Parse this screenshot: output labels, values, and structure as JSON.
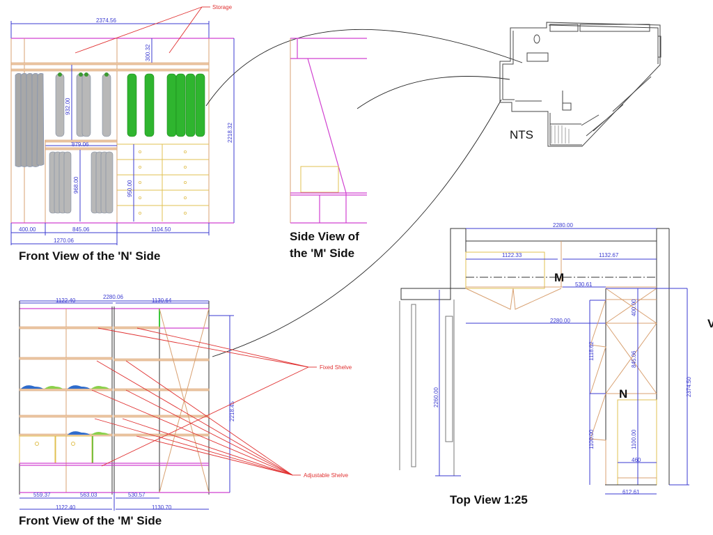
{
  "drawing": {
    "front_n": {
      "title": "Front View of the 'N' Side",
      "dims": {
        "overall_width": "2374.56",
        "storage_height": "300.32",
        "overall_height": "2218.32",
        "upper_hang_height": "932.00",
        "upper_hang_width": "879.06",
        "lower_hang_height": "968.00",
        "drawer_height": "950.00",
        "left_bay": "400.00",
        "middle_bay": "845.06",
        "right_bay": "1104.50",
        "left_plus_middle": "1270.06"
      },
      "annotation": "Storage",
      "drawer_count": 5
    },
    "side_m": {
      "title_line1": "Side View of",
      "title_line2": "the 'M' Side"
    },
    "plan": {
      "label": "NTS"
    },
    "front_m": {
      "title": "Front View of the 'M' Side",
      "dims": {
        "overall_width": "2280.06",
        "left_section": "1122.40",
        "right_section": "1130.64",
        "overall_height": "2218.45",
        "left_bay_a": "559.37",
        "left_bay_b": "563.03",
        "right_bay_a": "530.57",
        "bottom_left": "1122.40",
        "bottom_right": "1130.70"
      },
      "annotations": {
        "fixed": "Fixed Shelve",
        "adjustable": "Adjustable Shelve"
      }
    },
    "top_view": {
      "title": "Top View 1:25",
      "marker_m": "M",
      "marker_n": "N",
      "dims": {
        "top_width": "2280.00",
        "m_left": "1122.33",
        "m_right": "1132.67",
        "m_return": "530.61",
        "inner_width": "2280.00",
        "corner_depth": "400.00",
        "n_upper": "845.06",
        "n_inner_left": "1118.62",
        "n_lower_left": "1100.00",
        "n_lower_right": "1100.00",
        "n_drawer_width": "460",
        "n_depth": "612.61",
        "overall_depth": "2374.50",
        "wall_length": "2260.00"
      }
    },
    "edge_glyph": "V"
  }
}
